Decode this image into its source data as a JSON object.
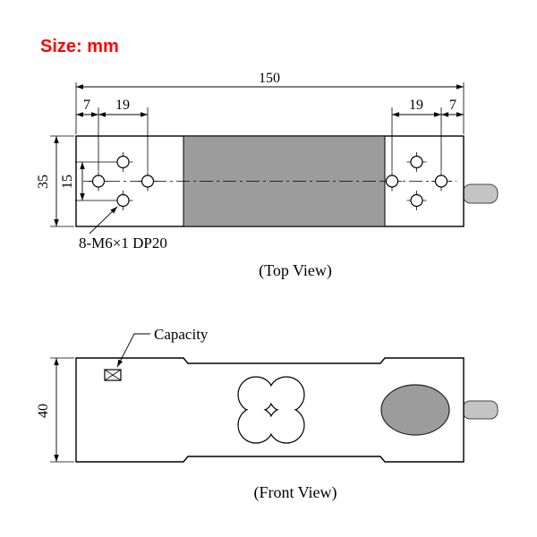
{
  "title": {
    "size_note": "Size: mm"
  },
  "colors": {
    "red": "#ff0000",
    "line": "#000000",
    "gray": "#9c9c9c",
    "cable": "#c4c4c4"
  },
  "top_view": {
    "caption": "(Top View)",
    "thread_note": "8-M6×1 DP20",
    "dims": {
      "overall_length": "150",
      "edge_to_hole_left": "7",
      "hole_spacing_left": "19",
      "hole_spacing_right": "19",
      "edge_to_hole_right": "7",
      "body_width": "35",
      "hole_row_spacing": "15"
    }
  },
  "front_view": {
    "caption": "(Front View)",
    "capacity_label": "Capacity",
    "dims": {
      "body_height": "40"
    }
  }
}
